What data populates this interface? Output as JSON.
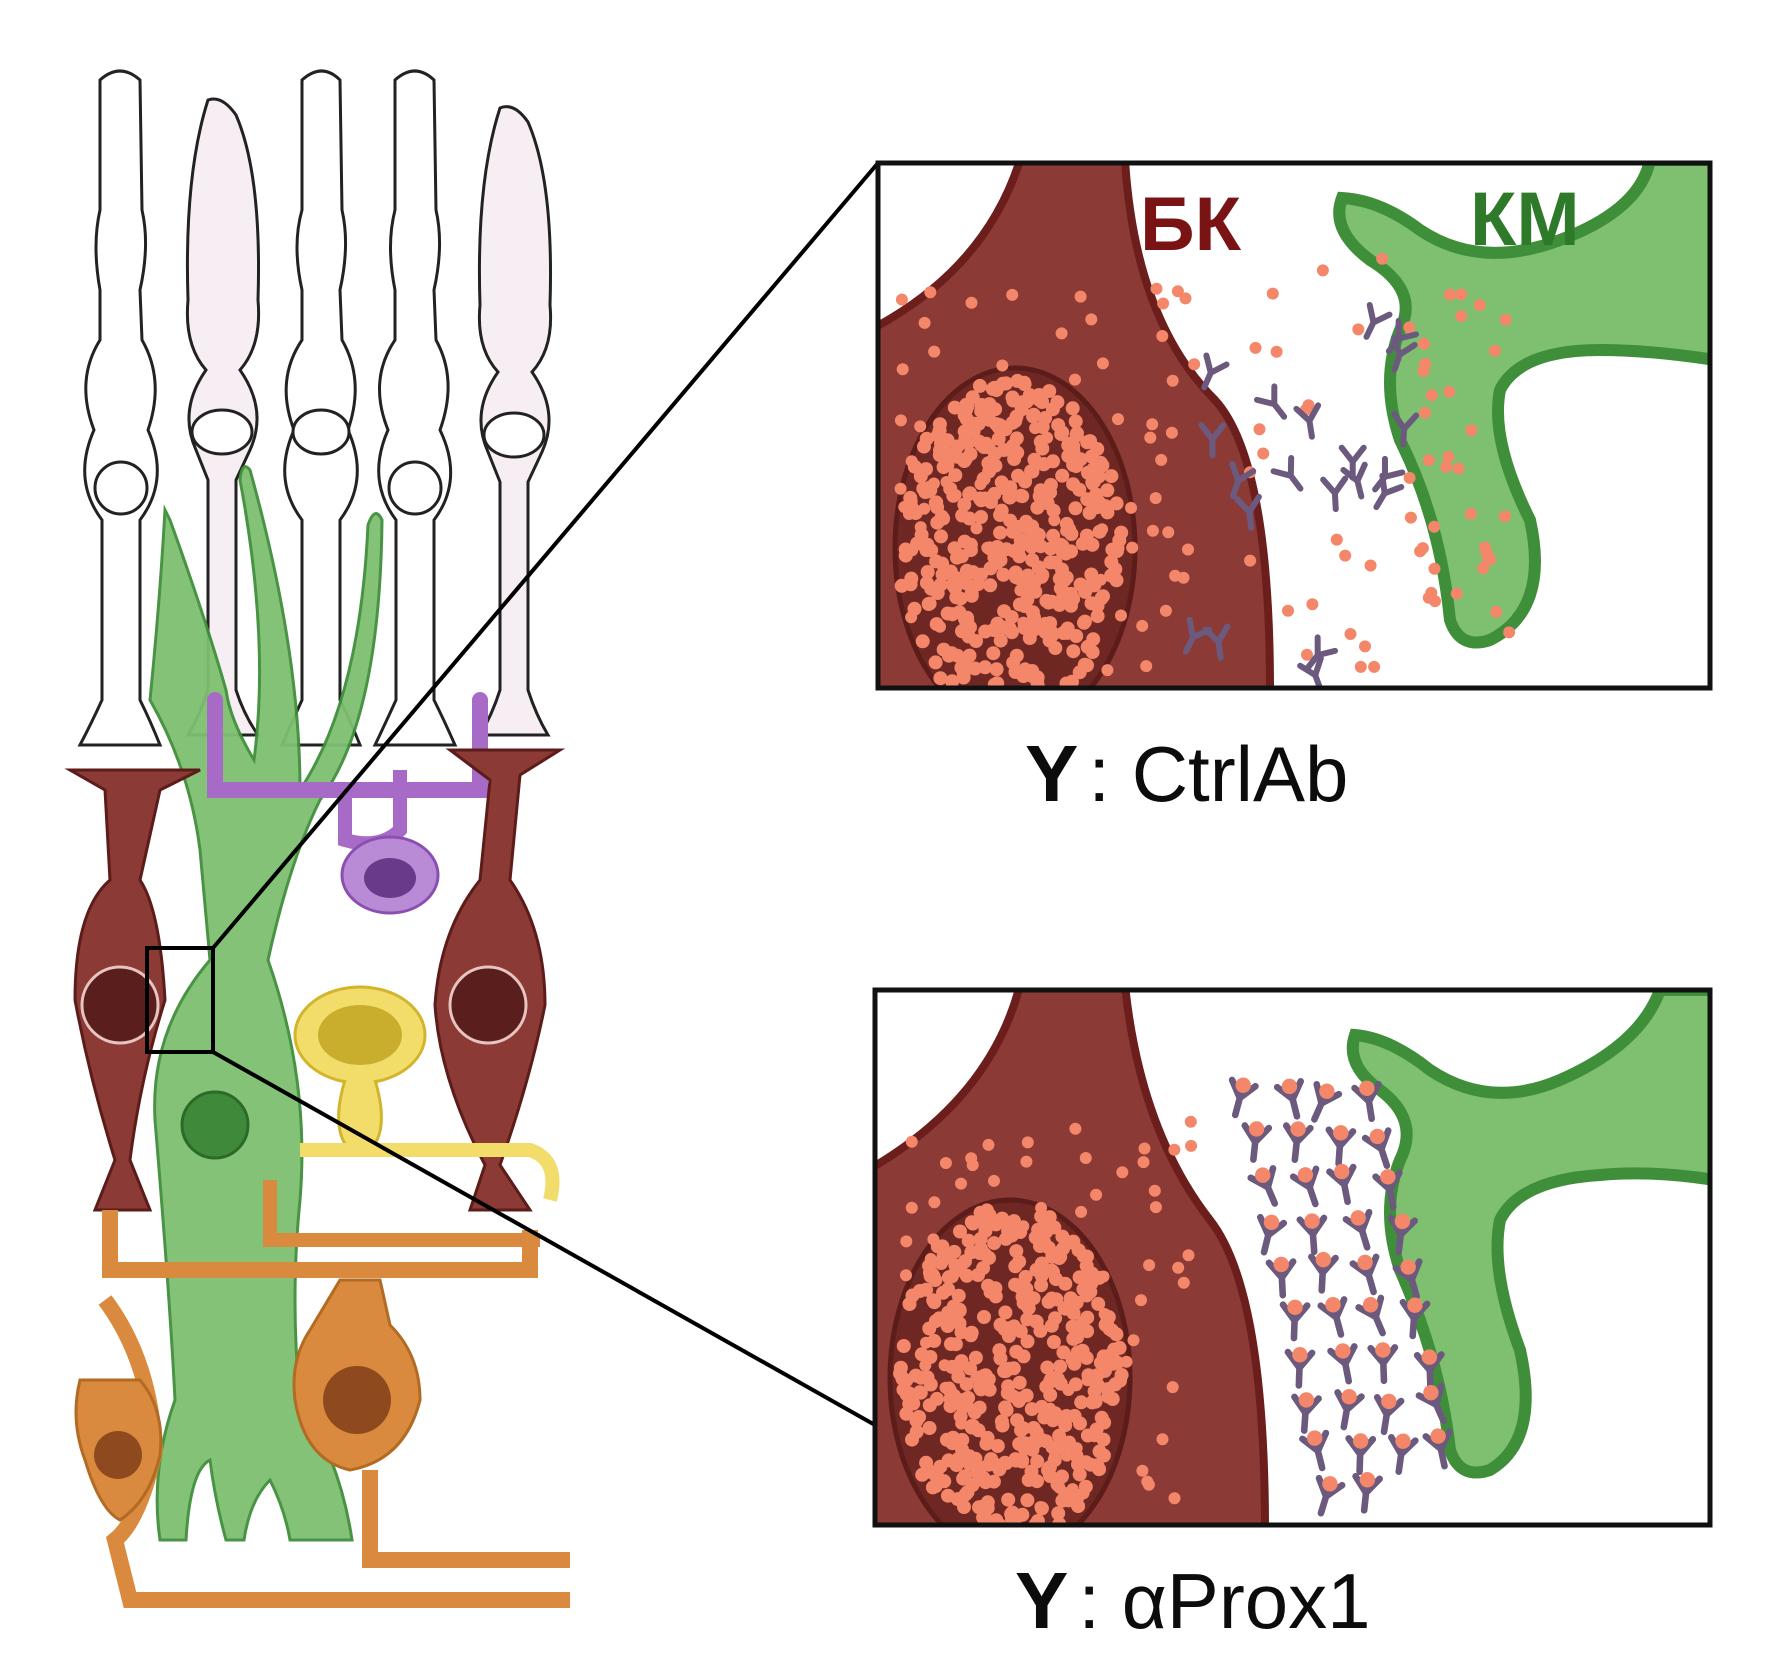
{
  "figure": {
    "inset_top_label_bc": "БК",
    "inset_top_label_km": "КМ",
    "legend_top_symbol": "Y",
    "legend_top_text": ": CtrlAb",
    "legend_bottom_symbol": "Y",
    "legend_bottom_text": ": αProx1"
  },
  "colors": {
    "bipolar": "#8b3a35",
    "bipolar_dark": "#6b1e1c",
    "muller": "#7ec070",
    "muller_dark": "#3f8f3a",
    "dots": "#f4876a",
    "antibody": "#6b5a7e",
    "label_bc": "#7a1414",
    "label_km": "#2e7a2a"
  }
}
